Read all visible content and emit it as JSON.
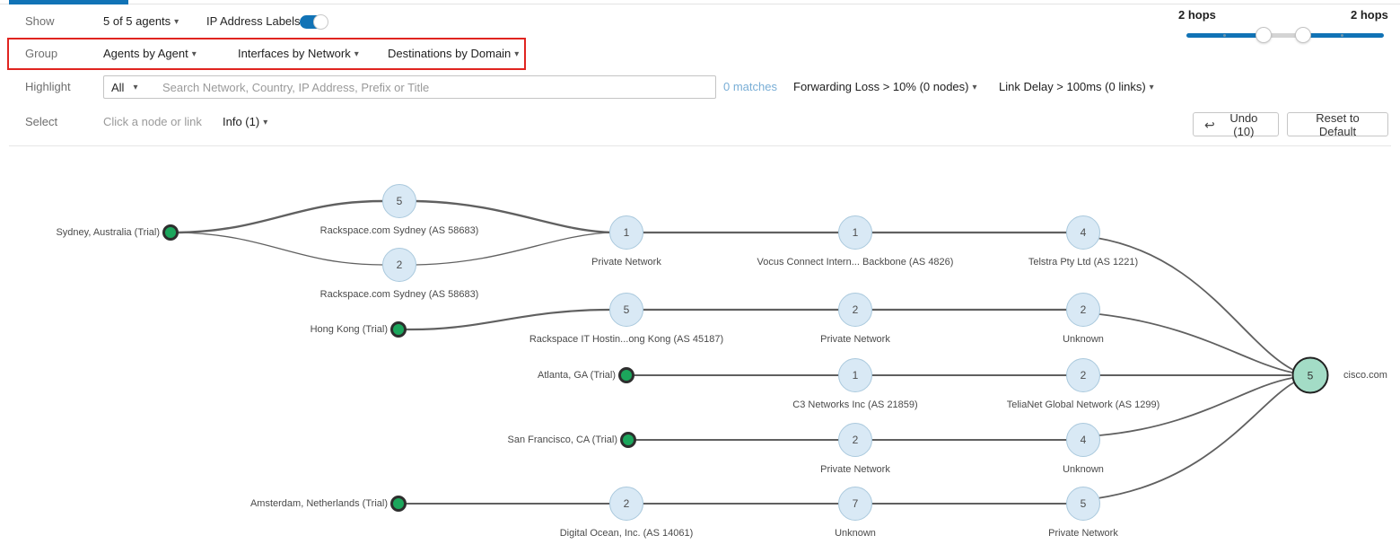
{
  "toolbar": {
    "show": {
      "label": "Show",
      "agents_dropdown": "5 of 5 agents",
      "ip_labels_label": "IP Address Labels"
    },
    "group": {
      "label": "Group",
      "agents_by": "Agents by Agent",
      "interfaces_by": "Interfaces by Network",
      "destinations_by": "Destinations by Domain"
    },
    "highlight": {
      "label": "Highlight",
      "scope": "All",
      "search_placeholder": "Search Network, Country, IP Address, Prefix or Title",
      "matches": "0 matches",
      "forwarding_loss": "Forwarding Loss > 10%",
      "forwarding_loss_count": "(0 nodes)",
      "link_delay": "Link Delay > 100ms",
      "link_delay_count": "(0 links)"
    },
    "select": {
      "label": "Select",
      "hint": "Click a node or link",
      "info": "Info (1)",
      "undo": "Undo (10)",
      "reset": "Reset to Default"
    },
    "hops": {
      "left": "2 hops",
      "right": "2 hops"
    }
  },
  "icons": {
    "caret": "▾",
    "undo": "↩"
  },
  "graph": {
    "agents": [
      {
        "label": "Sydney, Australia (Trial)"
      },
      {
        "label": "Hong Kong (Trial)"
      },
      {
        "label": "Atlanta, GA (Trial)"
      },
      {
        "label": "San Francisco, CA (Trial)"
      },
      {
        "label": "Amsterdam, Netherlands (Trial)"
      }
    ],
    "nodes": [
      {
        "count": "5",
        "label": "Rackspace.com Sydney (AS 58683)"
      },
      {
        "count": "2",
        "label": "Rackspace.com Sydney (AS 58683)"
      },
      {
        "count": "1",
        "label": "Private Network"
      },
      {
        "count": "1",
        "label": "Vocus Connect Intern... Backbone (AS 4826)"
      },
      {
        "count": "4",
        "label": "Telstra Pty Ltd (AS 1221)"
      },
      {
        "count": "5",
        "label": "Rackspace IT Hostin...ong Kong (AS 45187)"
      },
      {
        "count": "2",
        "label": "Private Network"
      },
      {
        "count": "2",
        "label": "Unknown"
      },
      {
        "count": "1",
        "label": "C3 Networks Inc (AS 21859)"
      },
      {
        "count": "2",
        "label": "TeliaNet Global Network (AS 1299)"
      },
      {
        "count": "2",
        "label": "Private Network"
      },
      {
        "count": "4",
        "label": "Unknown"
      },
      {
        "count": "2",
        "label": "Digital Ocean, Inc. (AS 14061)"
      },
      {
        "count": "7",
        "label": "Unknown"
      },
      {
        "count": "5",
        "label": "Private Network"
      }
    ],
    "destination": {
      "count": "5",
      "label": "cisco.com"
    }
  },
  "colors": {
    "accent_blue": "#1173b6",
    "annotation_red": "#e02420",
    "agent_green": "#1ca65c",
    "node_fill": "#d9e9f5",
    "node_border": "#aac9dd",
    "destination_fill": "#a3dcc6",
    "edge": "#606060",
    "matches_blue": "#79aed6"
  }
}
